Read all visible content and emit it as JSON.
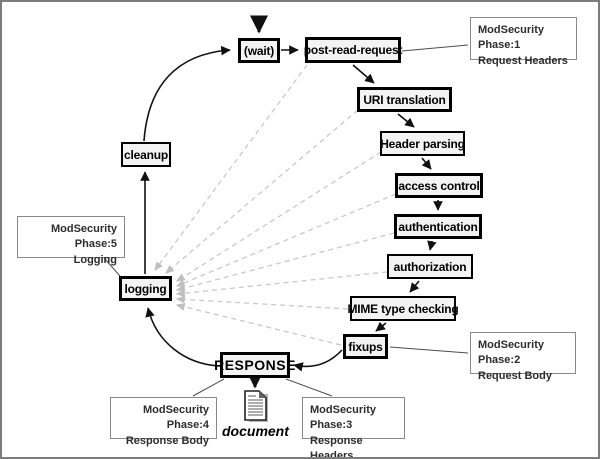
{
  "diagram": {
    "nodes": {
      "wait": {
        "label": "(wait)"
      },
      "post_read_request": {
        "label": "post-read-request"
      },
      "uri_translation": {
        "label": "URI translation"
      },
      "header_parsing": {
        "label": "Header parsing"
      },
      "access_control": {
        "label": "access control"
      },
      "authentication": {
        "label": "authentication"
      },
      "authorization": {
        "label": "authorization"
      },
      "mime_type_checking": {
        "label": "MIME type checking"
      },
      "fixups": {
        "label": "fixups"
      },
      "response": {
        "label": "RESPONSE"
      },
      "logging": {
        "label": "logging"
      },
      "cleanup": {
        "label": "cleanup"
      }
    },
    "annotations": {
      "phase1": {
        "line1": "ModSecurity Phase:1",
        "line2": "Request Headers"
      },
      "phase2": {
        "line1": "ModSecurity Phase:2",
        "line2": "Request Body"
      },
      "phase3": {
        "line1": "ModSecurity Phase:3",
        "line2": "Response Headers"
      },
      "phase4": {
        "line1": "ModSecurity Phase:4",
        "line2": "Response Body"
      },
      "phase5": {
        "line1": "ModSecurity Phase:5",
        "line2": "Logging"
      }
    },
    "document_label": "document",
    "colors": {
      "node_fill": "#f3f3f3",
      "node_border": "#000000",
      "annotation_border": "#8a8a8a",
      "dashed_arrow": "#c9c9c9",
      "frame_border": "#7c7c7c"
    }
  }
}
